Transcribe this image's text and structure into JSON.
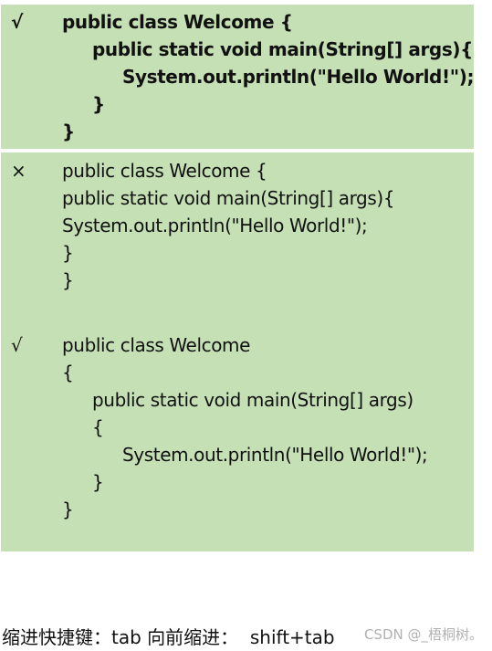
{
  "example1": {
    "mark": "√",
    "lines": [
      "public class Welcome {",
      "public static void main(String[] args){",
      "System.out.println(\"Hello World!\");",
      "}",
      "}"
    ]
  },
  "example2": {
    "mark": "×",
    "lines": [
      "public class Welcome {",
      "public static void main(String[] args){",
      "System.out.println(\"Hello World!\");",
      "}",
      "}"
    ]
  },
  "example3": {
    "mark": "√",
    "lines": [
      "public class Welcome",
      "{",
      "public static void main(String[] args)",
      "{",
      "System.out.println(\"Hello World!\");",
      "}",
      "}"
    ]
  },
  "caption": "缩进快捷键：tab 向前缩进：  shift+tab",
  "watermark": "CSDN @_梧桐树。",
  "colors": {
    "panel_background": "#c5e0b4",
    "text": "#111111"
  }
}
